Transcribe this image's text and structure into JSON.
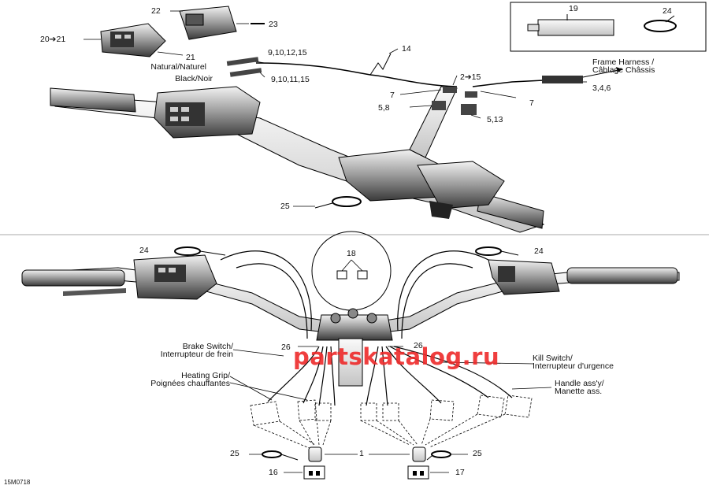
{
  "diagram_code": "15M0718",
  "watermark": "partskatalog.ru",
  "callouts": {
    "c22": "22",
    "c23": "23",
    "c20_21": "20➔21",
    "c21": "21",
    "c14": "14",
    "c9a": "9,10,12,15",
    "c9b": "9,10,11,15",
    "c2_15": "2➔15",
    "c7a": "7",
    "c7b": "7",
    "c5_8": "5,8",
    "c5_13": "5,13",
    "c3_4_6": "3,4,6",
    "c25_top": "25",
    "c19": "19",
    "c24_box": "24",
    "c18": "18",
    "c24_left": "24",
    "c24_right": "24",
    "c26_left": "26",
    "c26_right": "26",
    "c25_bl": "25",
    "c1": "1",
    "c25_br": "25",
    "c16": "16",
    "c17": "17"
  },
  "labels": {
    "natural": "Natural/Naturel",
    "black": "Black/Noir",
    "frame_harness_1": "Frame Harness /",
    "frame_harness_2": "Câblage Châssis",
    "brake_switch_1": "Brake Switch/",
    "brake_switch_2": "Interrupteur de frein",
    "heating_grip_1": "Heating Grip/",
    "heating_grip_2": "Poignées chauffantes",
    "kill_switch_1": "Kill Switch/",
    "kill_switch_2": "Interrupteur d'urgence",
    "handle_1": "Handle ass'y/",
    "handle_2": "Manette ass."
  }
}
